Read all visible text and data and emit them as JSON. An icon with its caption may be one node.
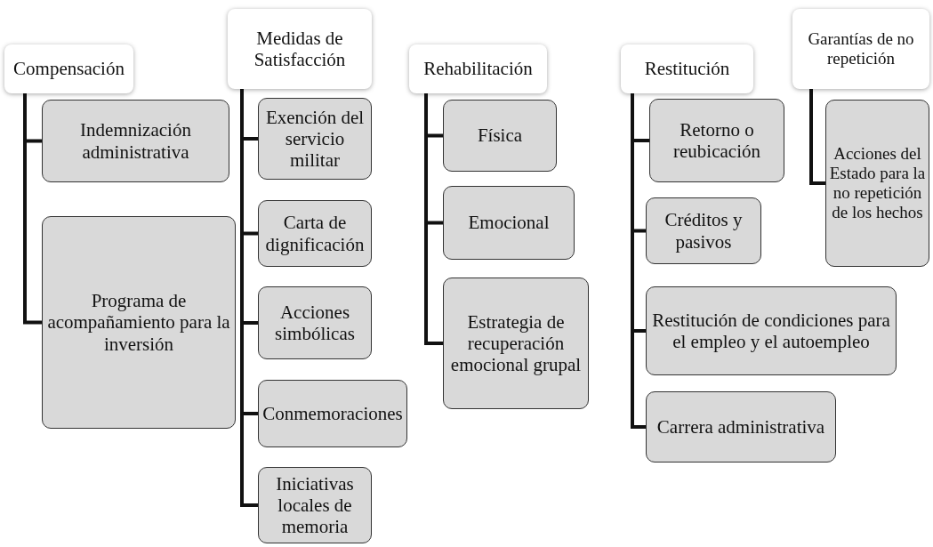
{
  "diagram": {
    "nodes": [
      {
        "text": [
          "Compensación"
        ]
      },
      {
        "text": [
          "Indemnización administrativa"
        ]
      },
      {
        "text": [
          "Programa de acompañamiento para la inversión"
        ]
      },
      {
        "text": [
          "Medidas de Satisfacción"
        ]
      },
      {
        "text": [
          "Exención del servicio militar"
        ]
      },
      {
        "text": [
          "Carta de dignificación"
        ]
      },
      {
        "text": [
          "Acciones simbólicas"
        ]
      },
      {
        "text": [
          "Conmemoraciones"
        ]
      },
      {
        "text": [
          "Iniciativas locales de memoria"
        ]
      },
      {
        "text": [
          "Rehabilitación"
        ]
      },
      {
        "text": [
          "Física"
        ]
      },
      {
        "text": [
          "Emocional"
        ]
      },
      {
        "text": [
          "Estrategia de recuperación emocional grupal"
        ]
      },
      {
        "text": [
          "Restitución"
        ]
      },
      {
        "text": [
          "Retorno o reubicación"
        ]
      },
      {
        "text": [
          "Créditos y pasivos"
        ]
      },
      {
        "text": [
          "Restitución de condiciones para el empleo y el autoempleo"
        ]
      },
      {
        "text": [
          "Carrera administrativa"
        ]
      },
      {
        "text": [
          "Garantías de no repetición"
        ]
      },
      {
        "text": [
          "Acciones del Estado para la no repetición de los hechos"
        ]
      }
    ],
    "edges": [
      {
        "from": 0,
        "to": 1,
        "arrow": "none"
      },
      {
        "from": 0,
        "to": 2,
        "arrow": "none"
      },
      {
        "from": 3,
        "to": 4,
        "arrow": "none"
      },
      {
        "from": 3,
        "to": 5,
        "arrow": "none"
      },
      {
        "from": 3,
        "to": 6,
        "arrow": "none"
      },
      {
        "from": 3,
        "to": 7,
        "arrow": "none"
      },
      {
        "from": 3,
        "to": 8,
        "arrow": "none"
      },
      {
        "from": 9,
        "to": 10,
        "arrow": "none"
      },
      {
        "from": 9,
        "to": 11,
        "arrow": "none"
      },
      {
        "from": 9,
        "to": 12,
        "arrow": "none"
      },
      {
        "from": 13,
        "to": 14,
        "arrow": "none"
      },
      {
        "from": 13,
        "to": 15,
        "arrow": "none"
      },
      {
        "from": 13,
        "to": 16,
        "arrow": "none"
      },
      {
        "from": 13,
        "to": 17,
        "arrow": "none"
      },
      {
        "from": 18,
        "to": 19,
        "arrow": "none"
      }
    ]
  }
}
